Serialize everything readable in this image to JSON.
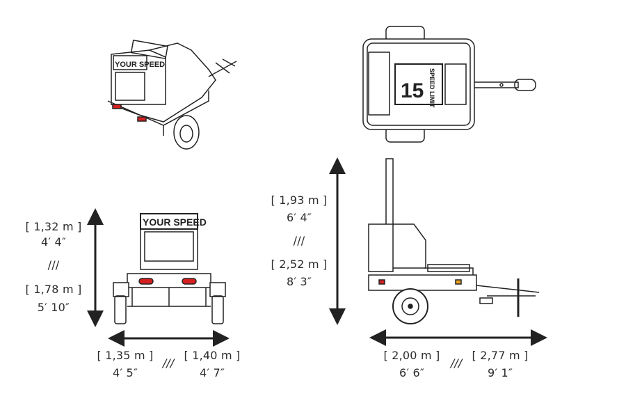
{
  "views": {
    "iso": {
      "sign_text": "YOUR SPEED"
    },
    "top": {
      "sign_title": "SPEED LIMIT",
      "sign_number": "15"
    },
    "front": {
      "sign_text": "YOUR SPEED"
    }
  },
  "dimensions": {
    "front_height": {
      "metric_a": "[ 1,32 m ]",
      "imperial_a": "4′ 4″",
      "separator": "///",
      "metric_b": "[ 1,78 m ]",
      "imperial_b": "5′ 10″"
    },
    "front_width": {
      "metric_a": "[ 1,35 m ]",
      "imperial_a": "4′ 5″",
      "separator": "///",
      "metric_b": "[ 1,40 m ]",
      "imperial_b": "4′ 7″"
    },
    "side_height": {
      "metric_a": "[ 1,93 m ]",
      "imperial_a": "6′ 4″",
      "separator": "///",
      "metric_b": "[ 2,52 m ]",
      "imperial_b": "8′ 3″"
    },
    "side_length": {
      "metric_a": "[ 2,00 m ]",
      "imperial_a": "6′ 6″",
      "separator": "///",
      "metric_b": "[ 2,77 m ]",
      "imperial_b": "9′ 1″"
    }
  },
  "colors": {
    "line": "#222222",
    "lamp": "#d62020",
    "amber": "#e8a020"
  }
}
